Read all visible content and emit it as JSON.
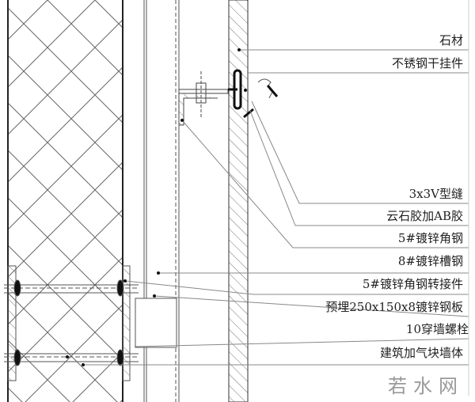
{
  "labels": [
    "石材",
    "不锈钢干挂件",
    "3x3V型缝",
    "云石胶加AB胶",
    "5#镀锌角钢",
    "8#镀锌槽钢",
    "5#镀锌角钢转接件",
    "预埋250x150x8镀锌钢板",
    "10穿墙螺栓",
    "建筑加气块墙体"
  ],
  "watermark": "若水网",
  "colors": {
    "line": "#333333",
    "hatch": "#777777",
    "label_line": "#888888"
  }
}
